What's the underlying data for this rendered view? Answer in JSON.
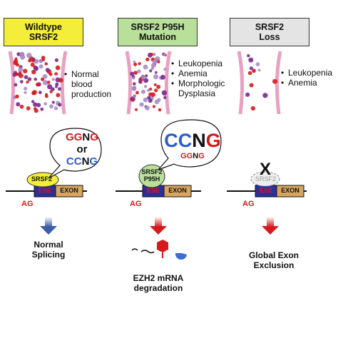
{
  "panels": [
    {
      "title_line1": "Wildtype",
      "title_line2": "SRSF2",
      "bg": "#f4ee3a",
      "bullets": [
        "Normal",
        "blood",
        "production"
      ]
    },
    {
      "title_line1": "SRSF2 P95H",
      "title_line2": "Mutation",
      "bg": "#b9e09a",
      "bullets": [
        "Leukopenia",
        "Anemia",
        "Morphologic",
        "Dysplasia"
      ]
    },
    {
      "title_line1": "SRSF2",
      "title_line2": "Loss",
      "bg": "#e4e4e4",
      "bullets": [
        "Leukopenia",
        "Anemia"
      ]
    }
  ],
  "bubble_wt": {
    "line1_a": "GG",
    "line1_b": "N",
    "line1_c": "G",
    "or": "or",
    "line2_a": "CC",
    "line2_b": "N",
    "line2_c": "G"
  },
  "bubble_mut": {
    "big_a": "CC",
    "big_b": "N",
    "big_c": "G",
    "small_a": "GG",
    "small_b": "N",
    "small_c": "G"
  },
  "gene": {
    "ese": "ESE",
    "exon": "EXON",
    "ag": "AG"
  },
  "proteins": {
    "wt": "SRSF2",
    "mut_line1": "SRSF2",
    "mut_line2": "P95H",
    "loss": "SRSF2",
    "loss_mark": "X"
  },
  "outcomes": {
    "normal_line1": "Normal",
    "normal_line2": "Splicing",
    "ezh2_line1": "EZH2 mRNA",
    "ezh2_line2": "degradation",
    "global_line1": "Global Exon",
    "global_line2": "Exclusion"
  },
  "colors": {
    "red": "#d7191c",
    "blue": "#2b5cc8",
    "ese": "#2a2f9e",
    "exon": "#d8a55f",
    "vessel": "#e9a1c2"
  }
}
